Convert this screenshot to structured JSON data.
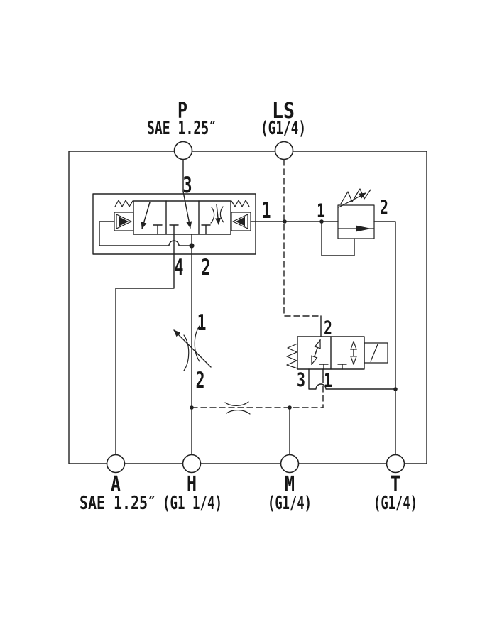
{
  "colors": {
    "line": "#222222",
    "background": "#ffffff",
    "text": "#161616"
  },
  "ports": {
    "P": {
      "label": "P",
      "size": "SAE 1.25″"
    },
    "LS": {
      "label": "LS",
      "size": "(G1/4)"
    },
    "A": {
      "label": "A",
      "size": "SAE 1.25″"
    },
    "H": {
      "label": "H",
      "size": "(G1 1/4)"
    },
    "M": {
      "label": "M",
      "size": "(G1/4)"
    },
    "T": {
      "label": "T",
      "size": "(G1/4)"
    }
  },
  "main_valve": {
    "port_top": "3",
    "port_pilot": "1",
    "port_a": "4",
    "port_b": "2"
  },
  "relief_valve": {
    "port_in": "1",
    "port_out": "2"
  },
  "flow_valve": {
    "port_in": "1",
    "port_out": "2"
  },
  "pilot_valve": {
    "port_top": "2",
    "port_side": "3",
    "port_bottom": "1"
  }
}
